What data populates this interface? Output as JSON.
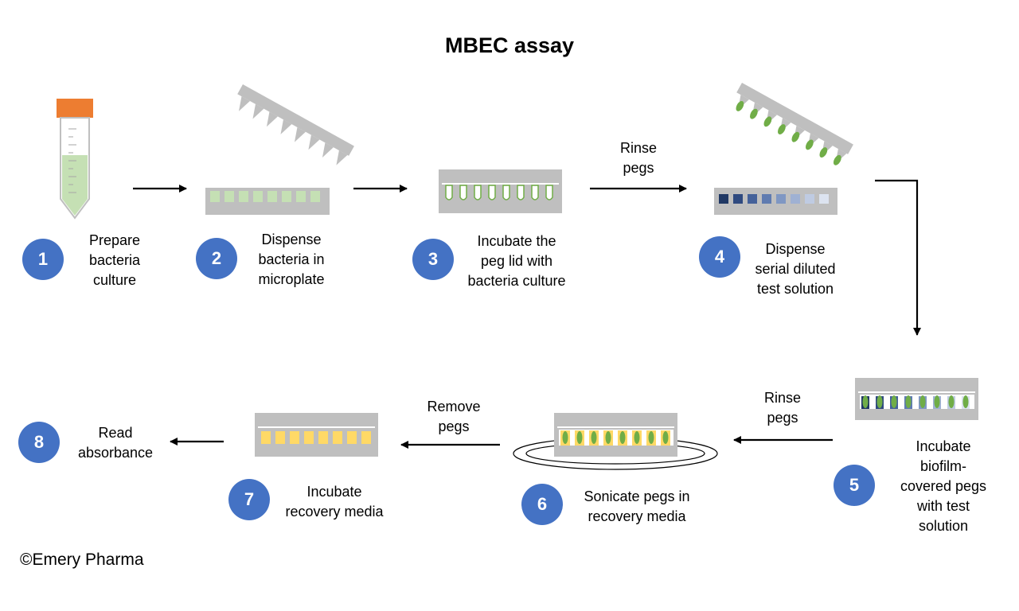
{
  "title": "MBEC assay",
  "copyright": "©Emery Pharma",
  "colors": {
    "badge": "#4472c4",
    "plate": "#bfbfbf",
    "tube_cap": "#ed7d31",
    "culture_green": "#c5e0b4",
    "peg_green": "#70ad47",
    "recovery_yellow": "#ffd966",
    "dilution_dark": "#203864"
  },
  "steps": [
    {
      "number": "1",
      "label": "Prepare\nbacteria\nculture"
    },
    {
      "number": "2",
      "label": "Dispense\nbacteria in\nmicroplate"
    },
    {
      "number": "3",
      "label": "Incubate the\npeg lid with\nbacteria culture"
    },
    {
      "number": "4",
      "label": "Dispense\nserial diluted\ntest solution"
    },
    {
      "number": "5",
      "label": "Incubate\nbiofilm-\ncovered pegs\nwith test\nsolution"
    },
    {
      "number": "6",
      "label": "Sonicate pegs in\nrecovery media"
    },
    {
      "number": "7",
      "label": "Incubate\nrecovery media"
    },
    {
      "number": "8",
      "label": "Read\nabsorbance"
    }
  ],
  "arrow_labels": {
    "rinse_top": "Rinse\npegs",
    "rinse_bottom": "Rinse\npegs",
    "remove": "Remove\npegs"
  }
}
